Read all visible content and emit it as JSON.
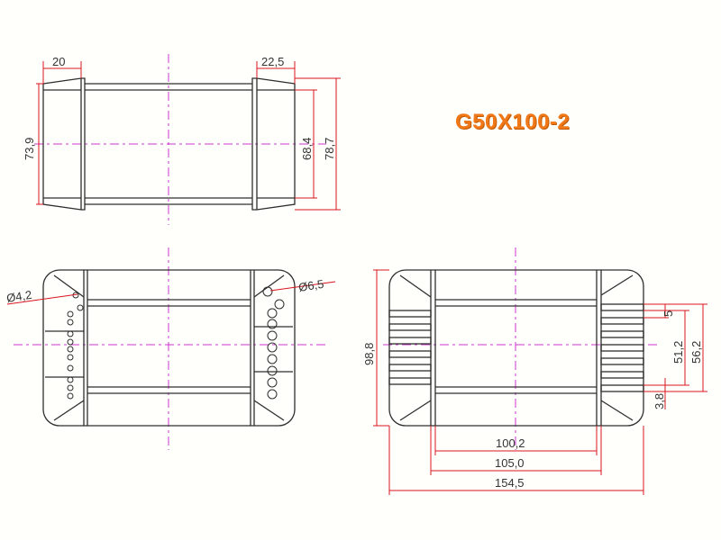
{
  "title": "G50X100-2",
  "colors": {
    "background": "#fffffc",
    "outline": "#2e2e2e",
    "dimension": "#d8141e",
    "centerline": "#cc33cc",
    "title": "#f07818"
  },
  "top_view": {
    "dims": {
      "flange_width": "20",
      "flange_width_right": "22,5",
      "inner_height": "68,4",
      "outer_height": "78,7",
      "left_height": "73,9"
    }
  },
  "front_view": {
    "dims": {
      "small_hole": "Ø4,2",
      "large_hole": "Ø6,5"
    }
  },
  "side_view": {
    "dims": {
      "pin_pitch": "5",
      "slot_span": "51,2",
      "overall_span": "56,2",
      "edge_offset": "3,8",
      "height": "98,8",
      "inner_length": "100,2",
      "core_length": "105,0",
      "overall_length": "154,5"
    }
  }
}
